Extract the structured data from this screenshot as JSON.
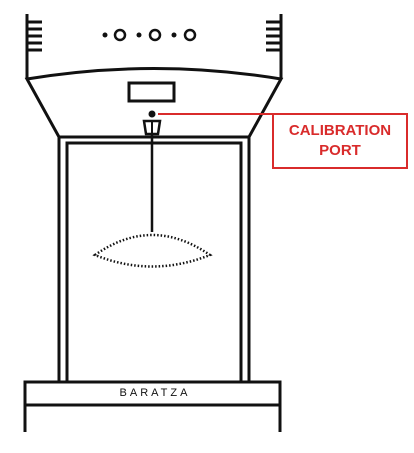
{
  "callout": {
    "line1": "CALIBRATION",
    "line2": "PORT",
    "color": "#d92b2b"
  },
  "brand": {
    "text": "BARATZA"
  },
  "colors": {
    "outline": "#111111",
    "background": "#ffffff"
  }
}
